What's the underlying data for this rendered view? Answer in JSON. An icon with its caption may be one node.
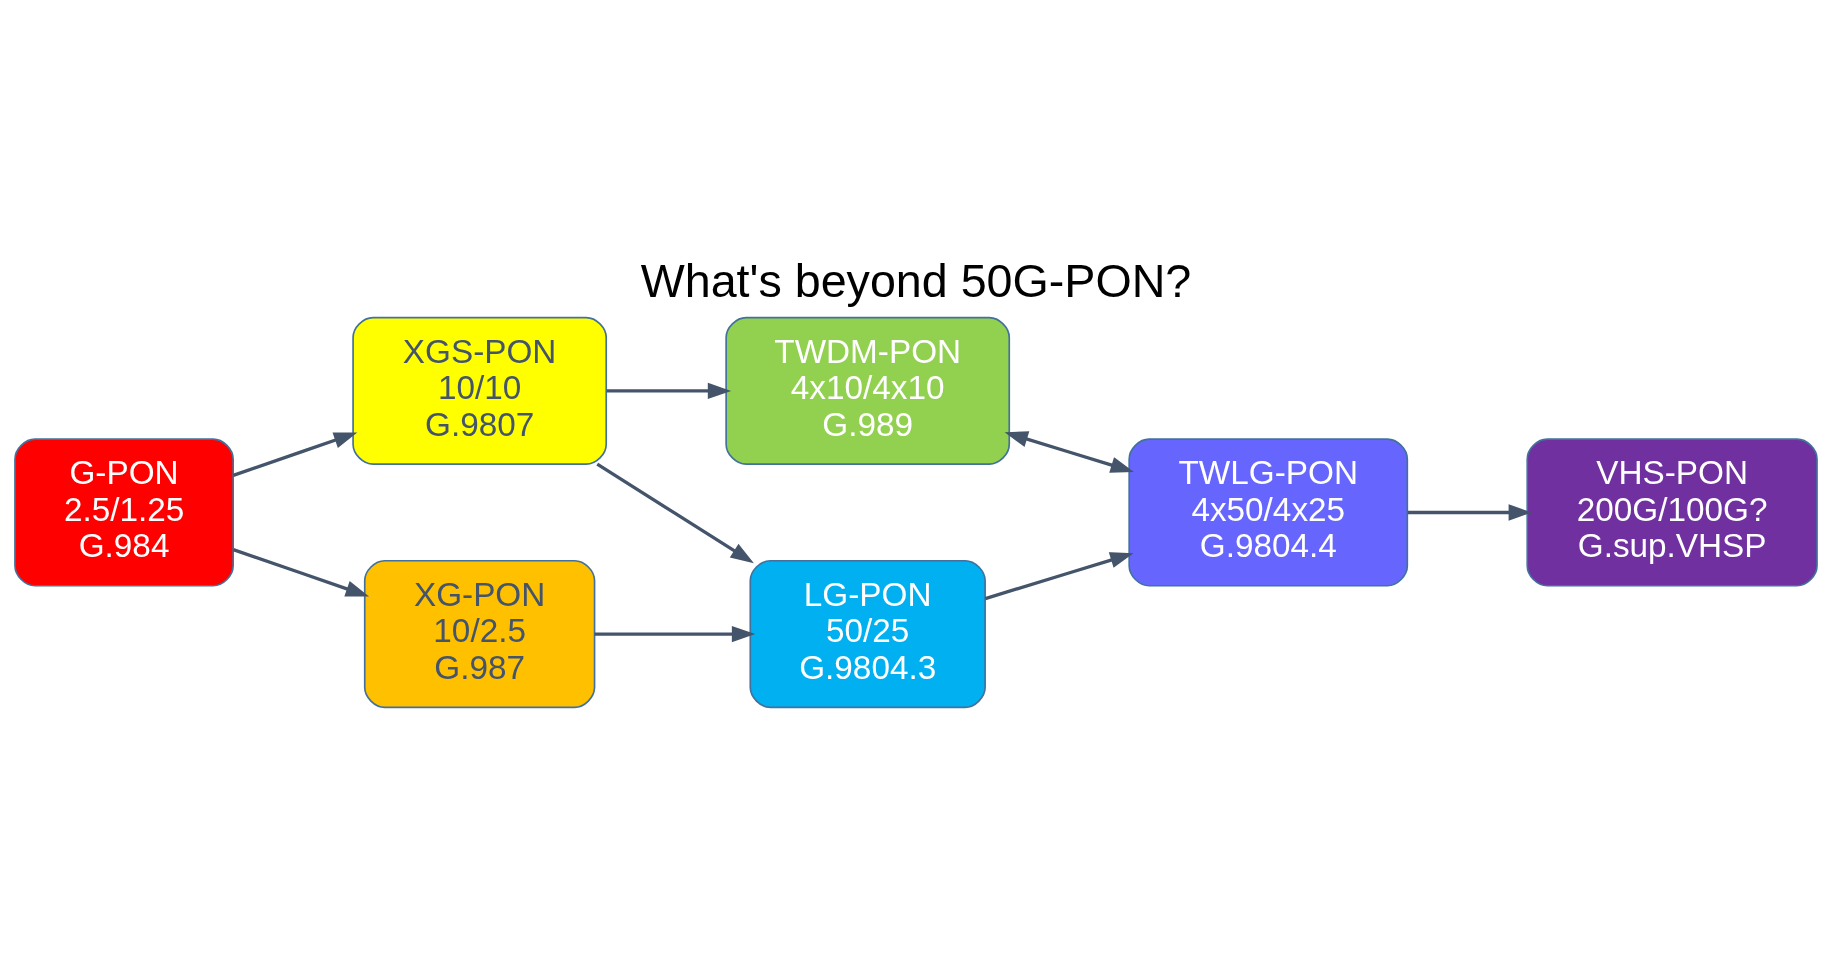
{
  "diagram": {
    "title": "What's beyond 50G-PON?",
    "nodes": [
      {
        "text": [
          "VHS-PON",
          "200G/100G?",
          "G.sup.VHSP"
        ]
      },
      {
        "text": [
          "TWDM-PON",
          "4x10/4x10",
          "G.989"
        ]
      },
      {
        "text": [
          "TWLG-PON",
          "4x50/4x25",
          "G.9804.4"
        ]
      },
      {
        "text": [
          "XGS-PON",
          "10/10",
          "G.9807"
        ]
      },
      {
        "text": [
          "LG-PON",
          "50/25",
          "G.9804.3"
        ]
      },
      {
        "text": [
          "G-PON",
          "2.5/1.25",
          "G.984"
        ]
      },
      {
        "text": [
          "XG-PON",
          "10/2.5",
          "G.987"
        ]
      }
    ],
    "edges": [
      {
        "from": 5,
        "to": 3,
        "arrow": "to"
      },
      {
        "from": 5,
        "to": 6,
        "arrow": "to"
      },
      {
        "from": 6,
        "to": 4,
        "arrow": "to"
      },
      {
        "from": 3,
        "to": 4,
        "arrow": "to"
      },
      {
        "from": 3,
        "to": 1,
        "arrow": "to"
      },
      {
        "from": 4,
        "to": 2,
        "arrow": "to"
      },
      {
        "from": 1,
        "to": 2,
        "arrow": "both"
      },
      {
        "from": 2,
        "to": 0,
        "arrow": "to"
      }
    ]
  }
}
